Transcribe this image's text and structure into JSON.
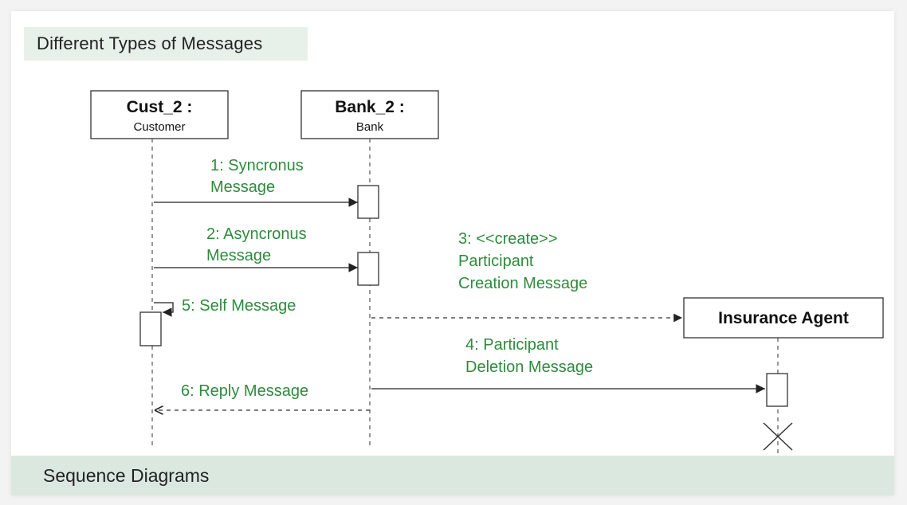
{
  "header": {
    "title": "Different Types of Messages"
  },
  "footer": {
    "title": "Sequence Diagrams"
  },
  "colors": {
    "message_text": "#2e8b3d",
    "line": "#333333",
    "box_border": "#333333"
  },
  "participants": [
    {
      "id": "cust",
      "name": "Cust_2 :",
      "type": "Customer"
    },
    {
      "id": "bank",
      "name": "Bank_2 :",
      "type": "Bank"
    },
    {
      "id": "agent",
      "name": "Insurance Agent",
      "type": ""
    }
  ],
  "messages": [
    {
      "id": "m1",
      "line1": "1: Syncronus",
      "line2": "Message",
      "kind": "synchronous"
    },
    {
      "id": "m2",
      "line1": "2: Asyncronus",
      "line2": "Message",
      "kind": "asynchronous"
    },
    {
      "id": "m3",
      "line1": "3: <<create>>",
      "line2": "Participant",
      "line3": "Creation Message",
      "kind": "create"
    },
    {
      "id": "m4",
      "line1": "4: Participant",
      "line2": "Deletion Message",
      "kind": "delete"
    },
    {
      "id": "m5",
      "line1": "5: Self Message",
      "kind": "self"
    },
    {
      "id": "m6",
      "line1": "6: Reply Message",
      "kind": "reply"
    }
  ]
}
